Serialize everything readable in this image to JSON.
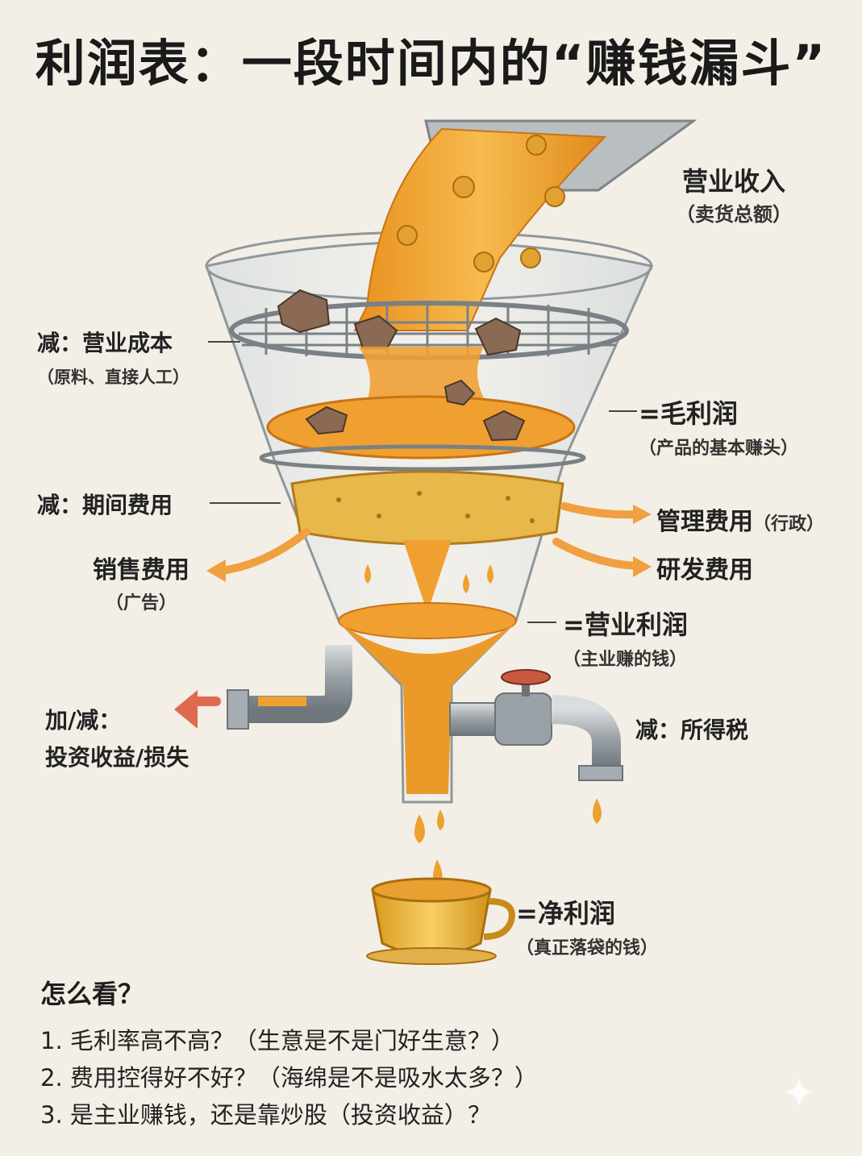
{
  "title": "利润表：一段时间内的“赚钱漏斗”",
  "labels": {
    "revenue": {
      "main": "营业收入",
      "sub": "（卖货总额）"
    },
    "cost": {
      "main": "减：营业成本",
      "sub": "（原料、直接人工）"
    },
    "gross_profit": {
      "main": "=毛利润",
      "sub": "（产品的基本赚头）"
    },
    "period_expenses": {
      "main": "减：期间费用"
    },
    "admin_expense": {
      "main": "管理费用",
      "sub": "（行政）"
    },
    "rd_expense": {
      "main": "研发费用"
    },
    "sales_expense": {
      "main": "销售费用",
      "sub": "（广告）"
    },
    "operating_profit": {
      "main": "=营业利润",
      "sub": "（主业赚的钱）"
    },
    "investment": {
      "line1": "加/减：",
      "line2": "投资收益/损失"
    },
    "income_tax": {
      "main": "减：所得税"
    },
    "net_profit": {
      "main": "=净利润",
      "sub": "（真正落袋的钱）"
    }
  },
  "questions": {
    "heading": "怎么看？",
    "items": [
      "1. 毛利率高不高？（生意是不是门好生意？）",
      "2. 费用控得好不好？（海绵是不是吸水太多？）",
      "3. 是主业赚钱，还是靠炒股（投资收益）？"
    ]
  },
  "colors": {
    "background": "#f3efe6",
    "liquid": "#f0a030",
    "liquid_dark": "#d9801a",
    "sponge": "#e8b84a",
    "glass": "#dfe6ea",
    "metal": "#8c9398",
    "arrow_orange": "#f0a040",
    "arrow_red": "#e06a50"
  }
}
